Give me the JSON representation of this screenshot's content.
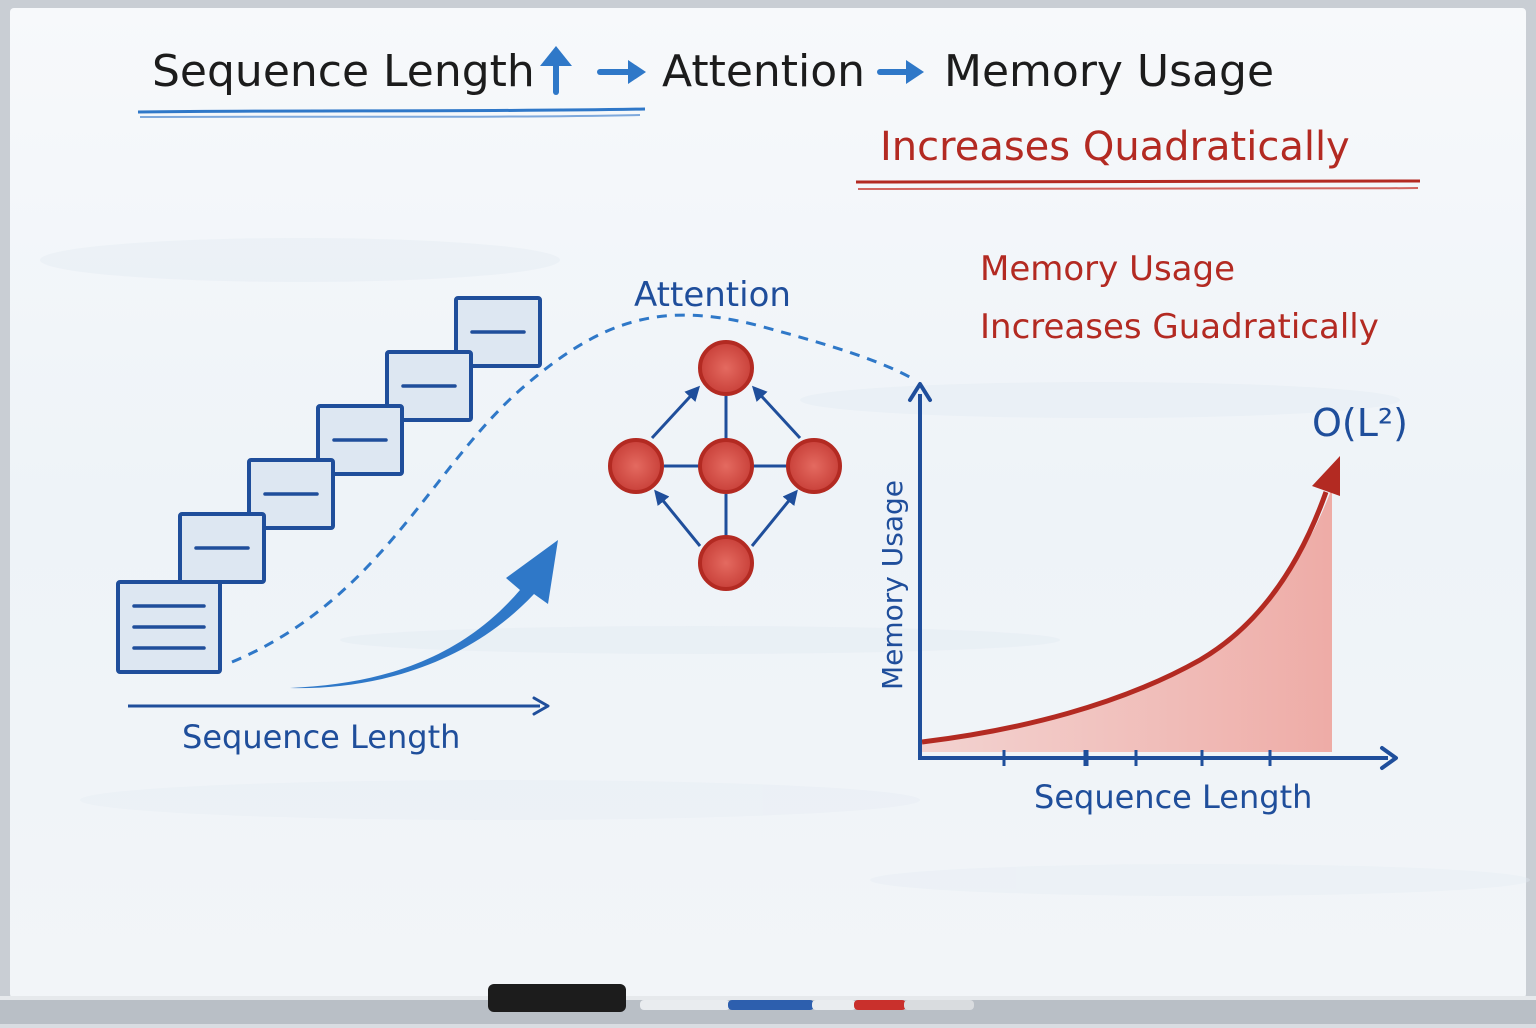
{
  "header": {
    "title_part1": "Sequence Length",
    "title_part2": "Attention",
    "title_part3": "Memory Usage",
    "subtitle": "Increases Quadratically"
  },
  "left_panel": {
    "axis_label": "Sequence Length",
    "token_count": 6
  },
  "attention": {
    "label": "Attention"
  },
  "graph_panel": {
    "note_line1": "Memory Usage",
    "note_line2": "Increases Guadratically",
    "y_axis_label": "Memory Usage",
    "x_axis_label": "Sequence Length",
    "complexity_label": "O(L²)"
  },
  "colors": {
    "blue": "#1f4e9b",
    "accent_blue": "#2f78c8",
    "red": "#b32a22",
    "red_fill": "#f0a9a2",
    "ink": "#1c1c1c"
  }
}
